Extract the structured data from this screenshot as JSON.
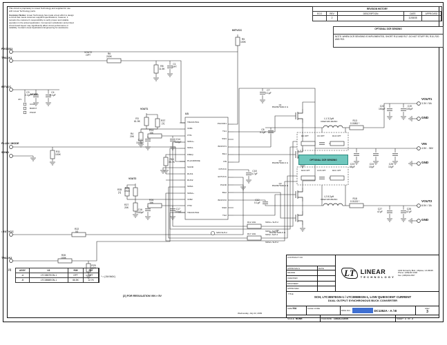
{
  "sheet": {
    "disclaimer_line1": "This circuit is proprietary to Linear Technology and supplied for use with Linear Technology parts.",
    "disclaimer_notice_label": "Customer Notice:",
    "disclaimer_body": "Linear Technology has made a best effort to design a circuit that meets customer-supplied specifications; however, it remains the customer's responsibility to verify proper and reliable operation in the actual application. Component substitution and printed circuit board layout may significantly affect circuit performance or reliability. Contact Linear Applications Engineering for assistance.",
    "date_printed": "Wednesday, July 22, 2009"
  },
  "revision_history": {
    "title": "REVISION HISTORY",
    "col_eco": "ECO",
    "col_rev": "REV",
    "col_desc": "DESCRIPTION",
    "col_date": "DATE",
    "col_approved": "APPROVED",
    "row": {
      "eco": "",
      "rev": "2",
      "desc": "",
      "date": "11/06/08",
      "approved": ""
    }
  },
  "notes": {
    "optional_dcr_title": "OPTIONAL DCR SENSING",
    "dcr_note": "NOTE: WHEN DCR SENSING IS IMPLEMENTED, SHORT R12 AND R17. DO NOT STUFF R9, R10, R20 AND R21",
    "optional_dcr_tag": "OPTIONAL DCR SENSING"
  },
  "ic": {
    "refdes": "U1",
    "left_pins": [
      "TRACK/SS1",
      "VFB1",
      "ITH1",
      "SNS1+",
      "SNS1-",
      "FREQ",
      "PLLIN/MODE",
      "SGND",
      "RUN1",
      "RUN2",
      "SNS2-",
      "SNS2+",
      "VFB2",
      "ITH2",
      "TRACK/SS2"
    ],
    "right_pins": [
      "PGOOD1",
      "TG1",
      "SW1",
      "BOOST1",
      "BG1",
      "VIN",
      "INTVCC",
      "EXTVCC",
      "PGND",
      "BG2",
      "BOOST2",
      "SW2",
      "TG2"
    ]
  },
  "terminals": {
    "pgood1": "PGOOD1",
    "track1": "TRACK1",
    "intvcc": "INTVCC",
    "pllin_mode": "PLLIN / MODE",
    "sgnd": "SGND",
    "extvcc": "• EXTVCC",
    "track2": "TRACK2",
    "vout1": "VOUT1",
    "vout1_spec": "3.3V / 5A",
    "vin": "VIN",
    "vin_spec": "4.5V - 36V",
    "vout2": "VOUT2",
    "vout2_spec": "8.5V / 3A",
    "gnd": "GND"
  },
  "jumper": {
    "ref": "JP1",
    "label": "MODE",
    "opt1": "CCM",
    "opt2": "BURST",
    "opt3": "PSKIP"
  },
  "nets": {
    "intvcc_top": "INTVCC",
    "vout2_opt_feed": "VOUT2",
    "opt": "OPT",
    "vout1_sense": "VOUT1",
    "vout2_sense": "VOUT2",
    "sw3_flag": "SW3 SHT-2",
    "sns1p_flag": "SNS1+ SHT-2",
    "sns1m_flag": "SNS1- SHT-2",
    "sns2m_flag": "SNS2- SHT-2",
    "sns2p_flag": "SNS2+ SHT-2"
  },
  "comps": {
    "r5": {
      "ref": "R5",
      "val": "100K"
    },
    "r6": {
      "ref": "R6",
      "val": "200K"
    },
    "r8": {
      "ref": "R8",
      "val": "11.5K"
    },
    "c1": {
      "ref": "C1",
      "val": "OPT"
    },
    "r11": {
      "ref": "R11",
      "val": "100K"
    },
    "c3": {
      "ref": "C3",
      "val": "2.2µF"
    },
    "c4": {
      "ref": "C4",
      "val": "0.1µF"
    },
    "r16": {
      "ref": "R16",
      "val": "35.7K"
    },
    "r3": {
      "ref": "R3",
      "val": "61.9K"
    },
    "r4": {
      "ref": "R4",
      "val": "20K"
    },
    "r37": {
      "ref": "R37",
      "val": "[1]"
    },
    "r14": {
      "ref": "R14",
      "val": "15K"
    },
    "c13": {
      "ref": "C13",
      "val": "1000pF"
    },
    "c14": {
      "ref": "C14",
      "val": "100pF"
    },
    "r25": {
      "ref": "R25",
      "val": "191K"
    },
    "r27": {
      "ref": "R27",
      "val": "20K"
    },
    "r35": {
      "ref": "R35",
      "val": "[1]"
    },
    "r26": {
      "ref": "R26",
      "val": "15K"
    },
    "c16": {
      "ref": "C16",
      "val": "1000pF"
    },
    "c17": {
      "ref": "C17",
      "val": "100pF"
    },
    "r22": {
      "ref": "R22",
      "val": "0Ω"
    },
    "r28": {
      "ref": "R28",
      "val": "100K"
    },
    "r29": {
      "ref": "R29",
      "val": "OPT"
    },
    "q1": {
      "ref": "Q1",
      "val": "BSZ097N04LS G"
    },
    "q2": {
      "ref": "Q2",
      "val": "BSZ097N04LS G"
    },
    "q3": {
      "ref": "Q3",
      "val": "BSZ097N04LS G"
    },
    "q4": {
      "ref": "Q4",
      "val": "BSZ097N04LS G"
    },
    "l1": {
      "ref": "L1",
      "val": "3.2µH",
      "part": "CDEP105-3R2MC"
    },
    "l2": {
      "ref": "L2",
      "val": "8.2µH",
      "part": "CDEP105-8R2MC"
    },
    "r13": {
      "ref": "R13",
      "val": "0.008Ω *"
    },
    "r18": {
      "ref": "R18",
      "val": "0.012Ω *"
    },
    "c22": {
      "ref": "C22",
      "val": "150µF"
    },
    "c19": {
      "ref": "C19",
      "val": "100µF"
    },
    "c23": {
      "ref": "C23",
      "val": "68µF"
    },
    "c24": {
      "ref": "C24",
      "val": "10µF"
    },
    "c25": {
      "ref": "C25",
      "val": "10µF"
    },
    "c27": {
      "ref": "C27",
      "val": "47µF"
    },
    "c28": {
      "ref": "C28",
      "val": "47µF"
    },
    "c18": {
      "ref": "C18",
      "val": "4.7µF"
    },
    "c8": {
      "ref": "C8",
      "val": "0.1µF"
    },
    "c12": {
      "ref": "C12",
      "val": "0.1µF"
    },
    "c7": {
      "ref": "C7",
      "val": "0.1µF"
    },
    "r9": {
      "ref": "R9",
      "val": "OPT"
    },
    "c9": {
      "ref": "C9",
      "val": "OPT"
    },
    "r10": {
      "ref": "R10",
      "val": "OPT"
    },
    "r20": {
      "ref": "R20",
      "val": "OPT"
    },
    "c15": {
      "ref": "C15",
      "val": "OPT"
    },
    "r21": {
      "ref": "R21",
      "val": "OPT"
    },
    "r12": {
      "ref": "R12",
      "val": "10Ω"
    },
    "r17": {
      "ref": "R17",
      "val": "10Ω"
    }
  },
  "assembly_table": {
    "ref_note": "[1]",
    "headers": [
      "ASSY",
      "U1",
      "R35",
      "R37"
    ],
    "rows": [
      {
        "assy": "-A",
        "u1": "LTC3857EGN-1",
        "r35": "OPT",
        "r37": "OPT"
      },
      {
        "assy": "-B",
        "u1": "LTC3858EGN-1",
        "r35": "66.5K",
        "r37": "12.7K"
      }
    ],
    "note_star": "* = (1W MAX)",
    "note_2": "[2] FOR REGULATION VIN > 5V"
  },
  "title_block": {
    "contract_label": "CONTRACT NO.",
    "approvals_label": "APPROVALS",
    "date_label": "DATE",
    "row_drawn": "DRAWN",
    "row_checked": "CHECKED",
    "row_engineer": "ENGINEER",
    "row_approved": "APPROVED",
    "logo_glyph": "LT",
    "company_line1": "LINEAR",
    "company_line2": "TECHNOLOGY",
    "address": "1630 McCarthy Blvd., Milpitas, CA 95035",
    "phone": "Phone: (408)432-1900",
    "fax": "Fax: (408)434-0507",
    "title_label": "TITLE",
    "title_line1": "SCH, LTC3857EGN-1 / LTC3858EGN-1, LOW QUIESCENT CURRENT",
    "title_line2": "DUAL OUTPUT SYNCHRONOUS BUCK CONVERTER",
    "size_label": "SIZE",
    "size_value": "N/A",
    "cage_label": "CAGE CODE",
    "dwg_label": "DWG NO.",
    "dwg_value": "DC1352A - A / B",
    "rev_label": "REV",
    "rev_value": "3",
    "scale_label": "SCALE",
    "scale_value": "NONE",
    "filename_label": "FILENAME:",
    "filename_value": "1352A-3.DSN",
    "sheet_label": "SHEET",
    "sheet_value": "1",
    "of_label": "OF",
    "total_value": "2"
  }
}
